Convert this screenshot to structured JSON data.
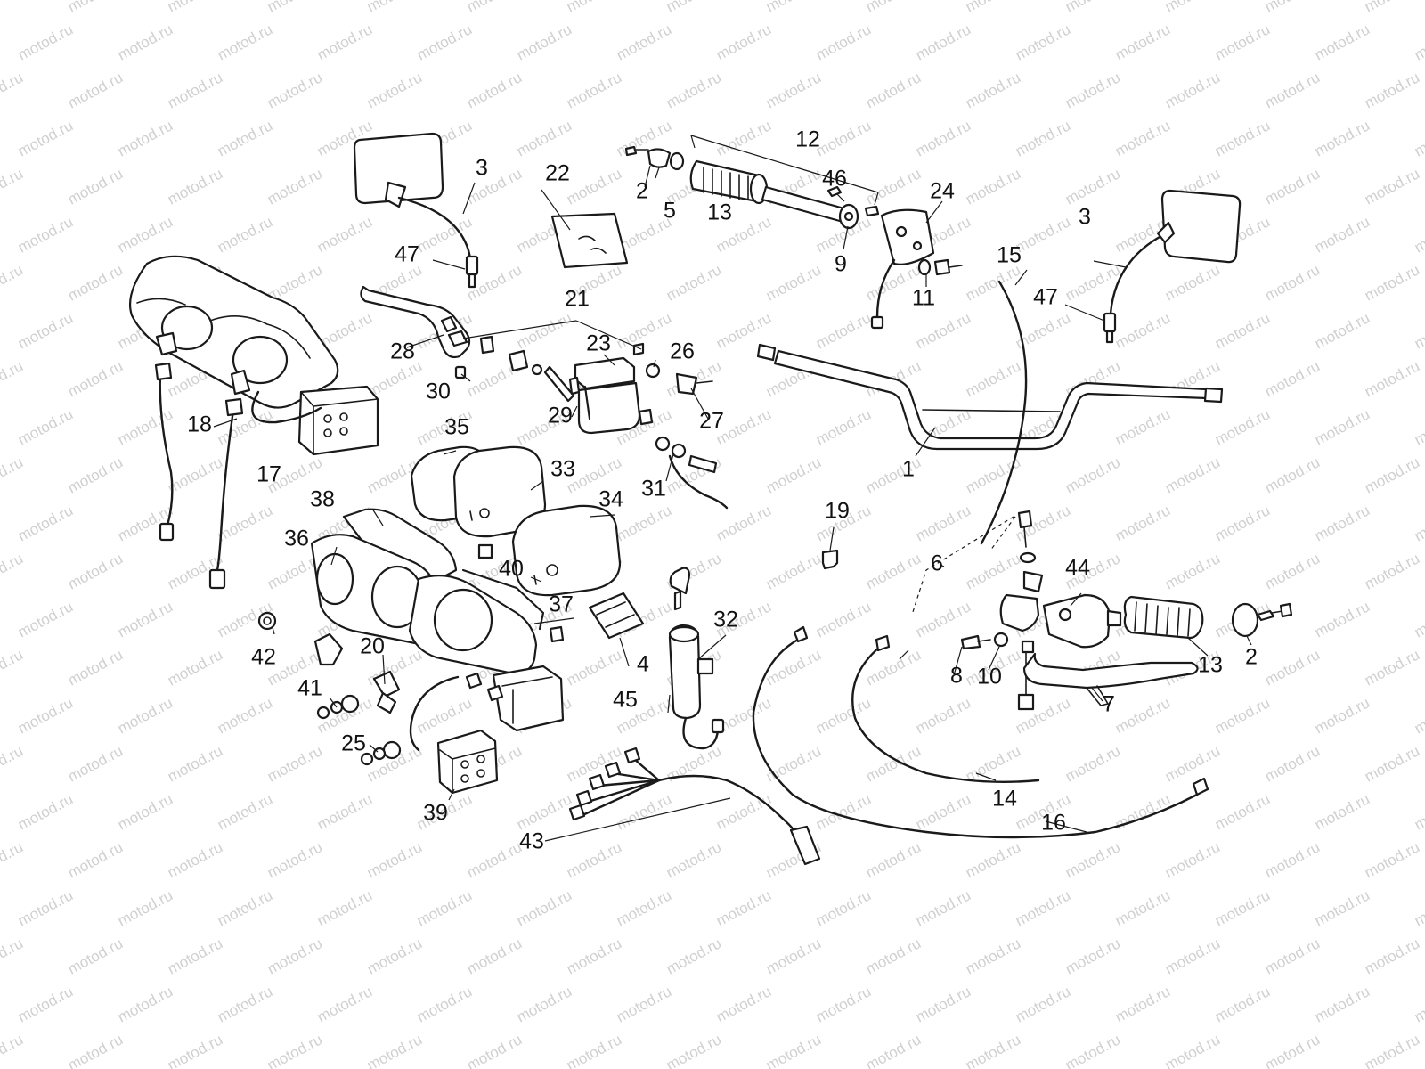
{
  "watermark": {
    "text": "motod.ru",
    "color": "#d0d0d0"
  },
  "callouts": [
    "1",
    "2",
    "2",
    "3",
    "3",
    "4",
    "5",
    "6",
    "7",
    "8",
    "9",
    "10",
    "11",
    "12",
    "13",
    "13",
    "14",
    "15",
    "16",
    "17",
    "18",
    "19",
    "20",
    "21",
    "22",
    "23",
    "24",
    "25",
    "26",
    "27",
    "28",
    "29",
    "30",
    "31",
    "32",
    "33",
    "34",
    "35",
    "36",
    "37",
    "38",
    "39",
    "40",
    "41",
    "42",
    "43",
    "44",
    "45",
    "46",
    "47",
    "47"
  ],
  "colors": {
    "line": "#1a1a1a",
    "background": "#ffffff"
  }
}
